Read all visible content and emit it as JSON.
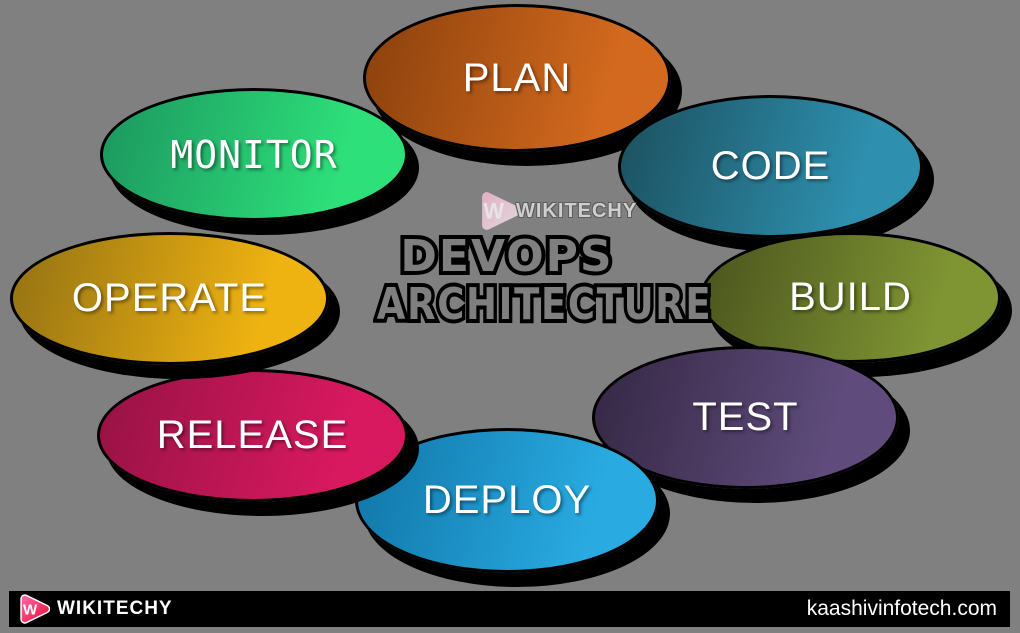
{
  "page": {
    "background_color": "#808080"
  },
  "watermark": {
    "brand": "WIKITECHY",
    "icon": "wikitechy-play-icon",
    "logo_letter": "W"
  },
  "title": {
    "line1": "DEVOPS",
    "line2": "ARCHITECTURE",
    "fill_color": "#7f7f7f",
    "outline_color": "#000000"
  },
  "stages": [
    {
      "label": "PLAN",
      "color_dark": "#8f430e",
      "color_bright": "#d2691e"
    },
    {
      "label": "CODE",
      "color_dark": "#1d5463",
      "color_bright": "#2e8fae"
    },
    {
      "label": "BUILD",
      "color_dark": "#4d581f",
      "color_bright": "#7f9433"
    },
    {
      "label": "TEST",
      "color_dark": "#372a47",
      "color_bright": "#5f4c7c"
    },
    {
      "label": "DEPLOY",
      "color_dark": "#1279ab",
      "color_bright": "#29abe2"
    },
    {
      "label": "RELEASE",
      "color_dark": "#9a1346",
      "color_bright": "#d8195f"
    },
    {
      "label": "OPERATE",
      "color_dark": "#997614",
      "color_bright": "#eeb211"
    },
    {
      "label": "MONITOR",
      "color_dark": "#1d9b61",
      "color_bright": "#2ee07a"
    }
  ],
  "footer": {
    "brand": "WIKITECHY",
    "logo_letter": "W",
    "website": "kaashivinfotech.com",
    "bar_color": "#000000"
  }
}
